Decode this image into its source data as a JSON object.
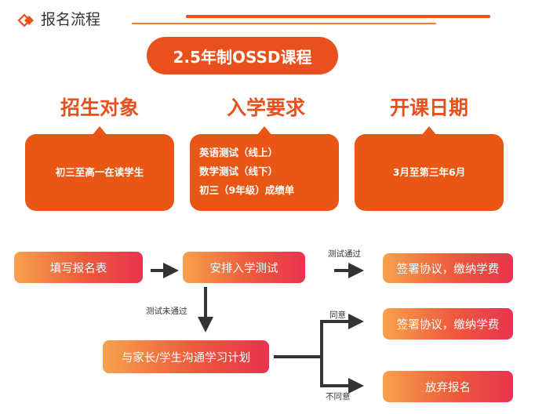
{
  "header": {
    "title": "报名流程"
  },
  "course": {
    "title": "2.5年制OSSD课程"
  },
  "sections": [
    {
      "title": "招生对象",
      "lines": [
        "初三至高一在读学生"
      ]
    },
    {
      "title": "入学要求",
      "lines": [
        "英语测试（线上）",
        "数学测试（线下）",
        "初三（9年级）成绩单"
      ]
    },
    {
      "title": "开课日期",
      "lines": [
        "3月至第三年6月"
      ]
    }
  ],
  "flow": {
    "step1": "填写报名表",
    "step2": "安排入学测试",
    "step3_pass": "签署协议，缴纳学费",
    "step_plan": "与家长/学生沟通学习计划",
    "step_agree": "签署协议，缴纳学费",
    "step_quit": "放弃报名",
    "label_pass": "测试通过",
    "label_fail": "测试未通过",
    "label_agree": "同意",
    "label_disagree": "不同意"
  },
  "colors": {
    "accent": "#e8501c",
    "arrow": "#333333"
  },
  "icons": {
    "header": "diamond-icon"
  }
}
